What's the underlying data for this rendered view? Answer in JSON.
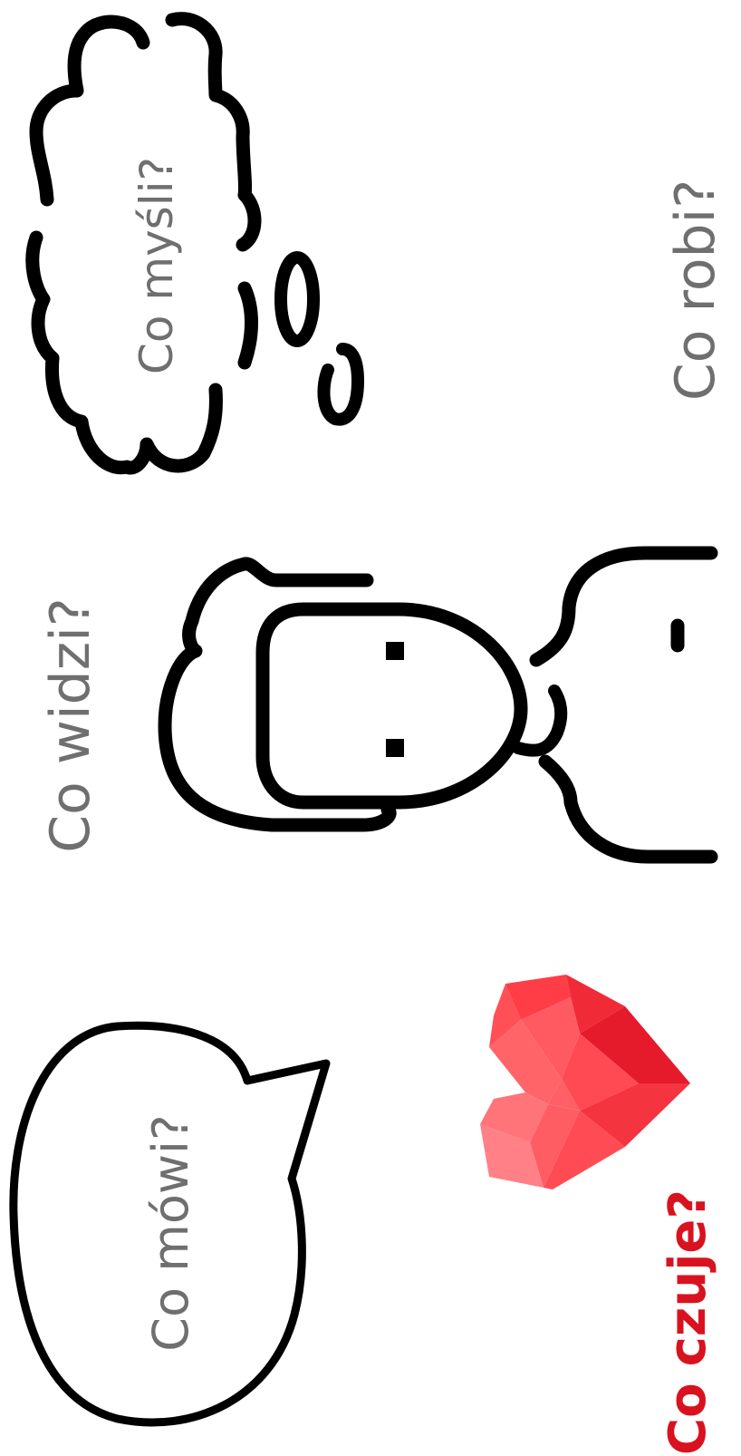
{
  "labels": {
    "thinks": "Co myśli?",
    "does": "Co robi?",
    "sees": "Co widzi?",
    "says": "Co mówi?",
    "feels_prefix": "Co",
    "feels_word": "czuje?"
  },
  "colors": {
    "label_gray": "#6f6f6f",
    "feels_red": "#d9121f",
    "line_black": "#000000",
    "heart_light": "#ff7479",
    "heart_mid": "#ff4a53",
    "heart_dark": "#e51a2b"
  },
  "icons": {
    "thought": "thought-cloud-icon",
    "person": "person-outline-icon",
    "speech": "speech-bubble-icon",
    "heart": "low-poly-heart-icon"
  }
}
